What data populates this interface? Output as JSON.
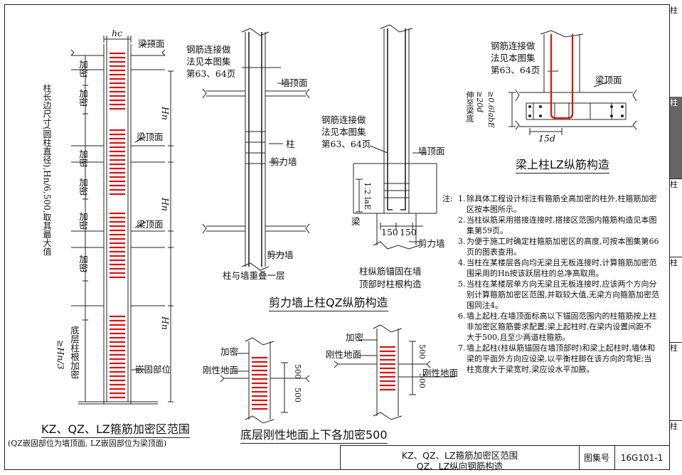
{
  "fig1": {
    "hc": "hc",
    "beam_top_1": "梁顶面",
    "beam_top_2": "梁顶面",
    "beam_top_3": "梁顶面",
    "dense_1": "加密",
    "dense_2": "加密",
    "dense_3": "加密",
    "dense_4": "加密",
    "dense_5": "加密",
    "dense_6": "加密",
    "hn_1": "Hn",
    "hn_2": "Hn",
    "hn_3": "Hn",
    "left_note": "柱长边尺寸(圆柱直径),Hn/6,500,取其最大值",
    "base_note_a": "底层柱根加密",
    "base_note_b": "≥Hn/3",
    "embed": "嵌固部位",
    "title": "KZ、QZ、LZ箍筋加密区范围",
    "subtitle": "(QZ嵌固部位为墙顶面, LZ嵌固部位为梁顶面)"
  },
  "fig2": {
    "conn_a": "钢筋连接做",
    "conn_b": "法见本图集",
    "conn_c": "第63、64页",
    "wall_top": "墙顶面",
    "column": "柱",
    "shear_wall_1": "剪力墙",
    "shear_wall_2": "剪力墙",
    "overlap": "柱与墙重叠一层"
  },
  "fig3": {
    "conn_a": "钢筋连接做",
    "conn_b": "法见本图集",
    "conn_c": "第63、64页",
    "wall_top": "墙顶面",
    "lae": "1.2 laE",
    "beam": "梁",
    "d150a": "150",
    "d150b": "150",
    "shear_wall": "剪力墙",
    "cap_a": "柱纵筋锚固在墙",
    "cap_b": "顶部时柱根构造"
  },
  "title_qz": "剪力墙上柱QZ纵筋构造",
  "fig4": {
    "conn_a": "钢筋连接做",
    "conn_b": "法见本图集",
    "conn_c": "第63、64页",
    "beam_top": "梁顶面",
    "vert_a": "伸至梁底",
    "vert_b": "≥20d",
    "vert_c": "≥0.6labE",
    "d15": "15d",
    "title": "梁上柱LZ纵筋构造"
  },
  "notes": {
    "head": "注:",
    "items": [
      {
        "n": "1.",
        "t": "除具体工程设计标注有箍筋全高加密的柱外,柱箍筋加密区按本图所示。"
      },
      {
        "n": "2.",
        "t": "当柱纵筋采用搭接连接时,搭接区范围内箍筋构造见本图集第59页。"
      },
      {
        "n": "3.",
        "t": "为便于施工时确定柱箍筋加密区的高度,可按本图集第66页的图表查用。"
      },
      {
        "n": "4.",
        "t": "当柱在某楼层各向均无梁且无板连接时,计算箍筋加密范围采用的Hn按该跃层柱的总净高取用。"
      },
      {
        "n": "5.",
        "t": "当柱在某楼层单方向无梁且无板连接时,应该两个方向分别计算箍筋加密区范围,并取较大值,无梁方向箍筋加密范围同注4。"
      },
      {
        "n": "6.",
        "t": "墙上起柱,在墙顶面标高以下锚固范围内的柱箍筋按上柱非加密区箍筋要求配置;梁上起柱时,在梁内设置间距不大于500,且至少两道柱箍筋。"
      },
      {
        "n": "7.",
        "t": "墙上起柱(柱纵筋锚固在墙顶部时)和梁上起柱时,墙体和梁的平面外方向应设梁,以平衡柱脚在该方向的弯矩;当柱宽度大于梁宽时,梁应设水平加腋。"
      }
    ]
  },
  "fig5": {
    "dense_1": "加密",
    "rigid": "刚性地面",
    "d500a": "500",
    "d500b": "500"
  },
  "fig6": {
    "dense_1": "加密",
    "rigid_1": "刚性地面",
    "rigid_2": "刚性地面",
    "d500a": "500",
    "d500b": "500"
  },
  "title_ground": "底层刚性地面上下各加密500",
  "titleblock": {
    "line1": "KZ、QZ、LZ箍筋加密区范围",
    "line2": "QZ、LZ纵向钢筋构造",
    "atlas_label": "图集号",
    "atlas_no": "16G101-1"
  },
  "side_tabs": [
    "柱",
    "柱",
    "柱",
    "柱",
    "柱",
    "柱"
  ]
}
